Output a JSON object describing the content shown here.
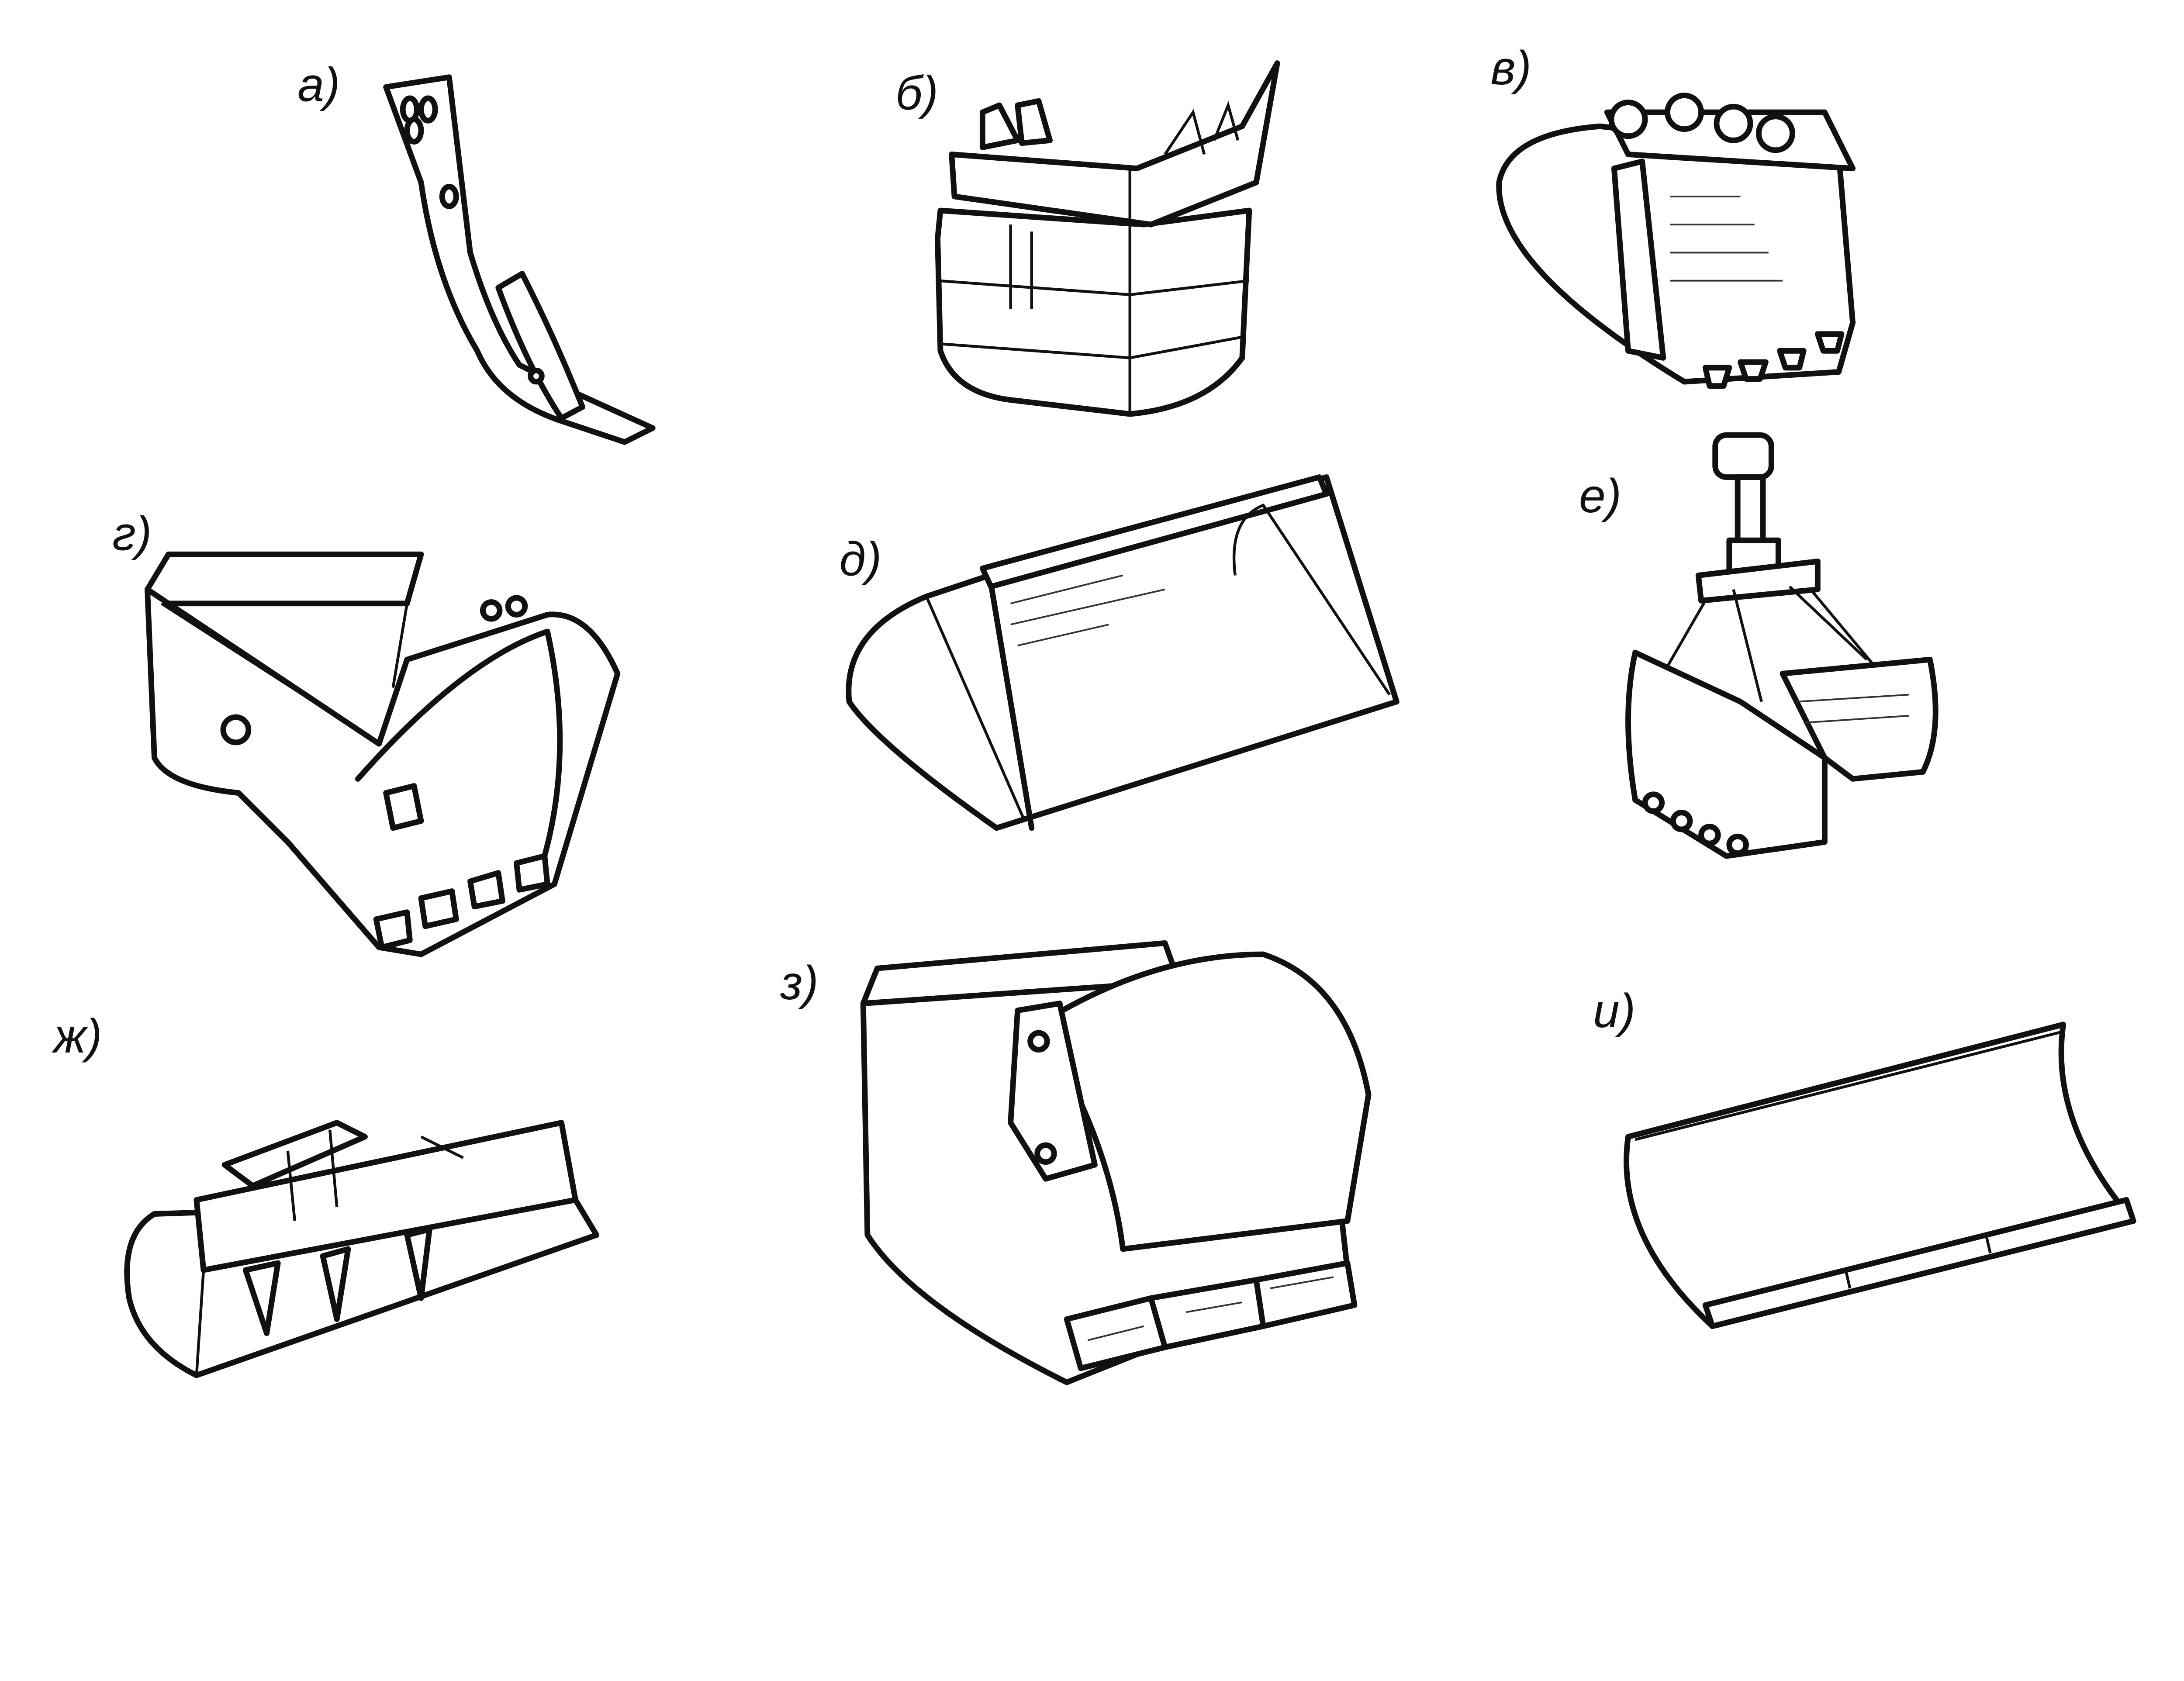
{
  "figure": {
    "labels": {
      "a": "а)",
      "b": "б)",
      "v": "в)",
      "g": "г)",
      "d": "д)",
      "e": "е)",
      "zh": "ж)",
      "z": "з)",
      "i": "и)"
    },
    "colors": {
      "ink": "#111111",
      "background": "#ffffff"
    }
  }
}
